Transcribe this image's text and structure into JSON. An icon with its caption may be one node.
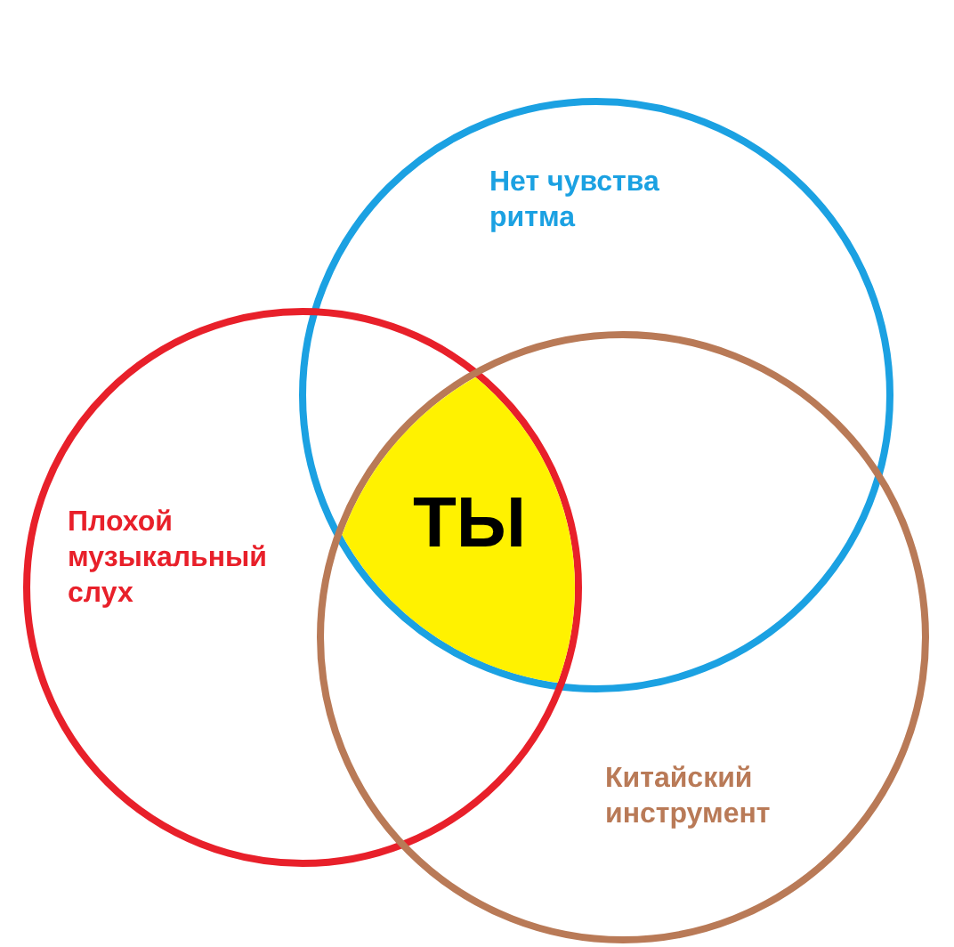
{
  "diagram": {
    "nodes": [
      {
        "text": [
          "Нет чувства ритма"
        ]
      },
      {
        "text": [
          "Плохой музыкальный слух"
        ]
      },
      {
        "text": [
          "ТЫ"
        ]
      },
      {
        "text": [
          "Китайский инструмент"
        ]
      }
    ]
  }
}
